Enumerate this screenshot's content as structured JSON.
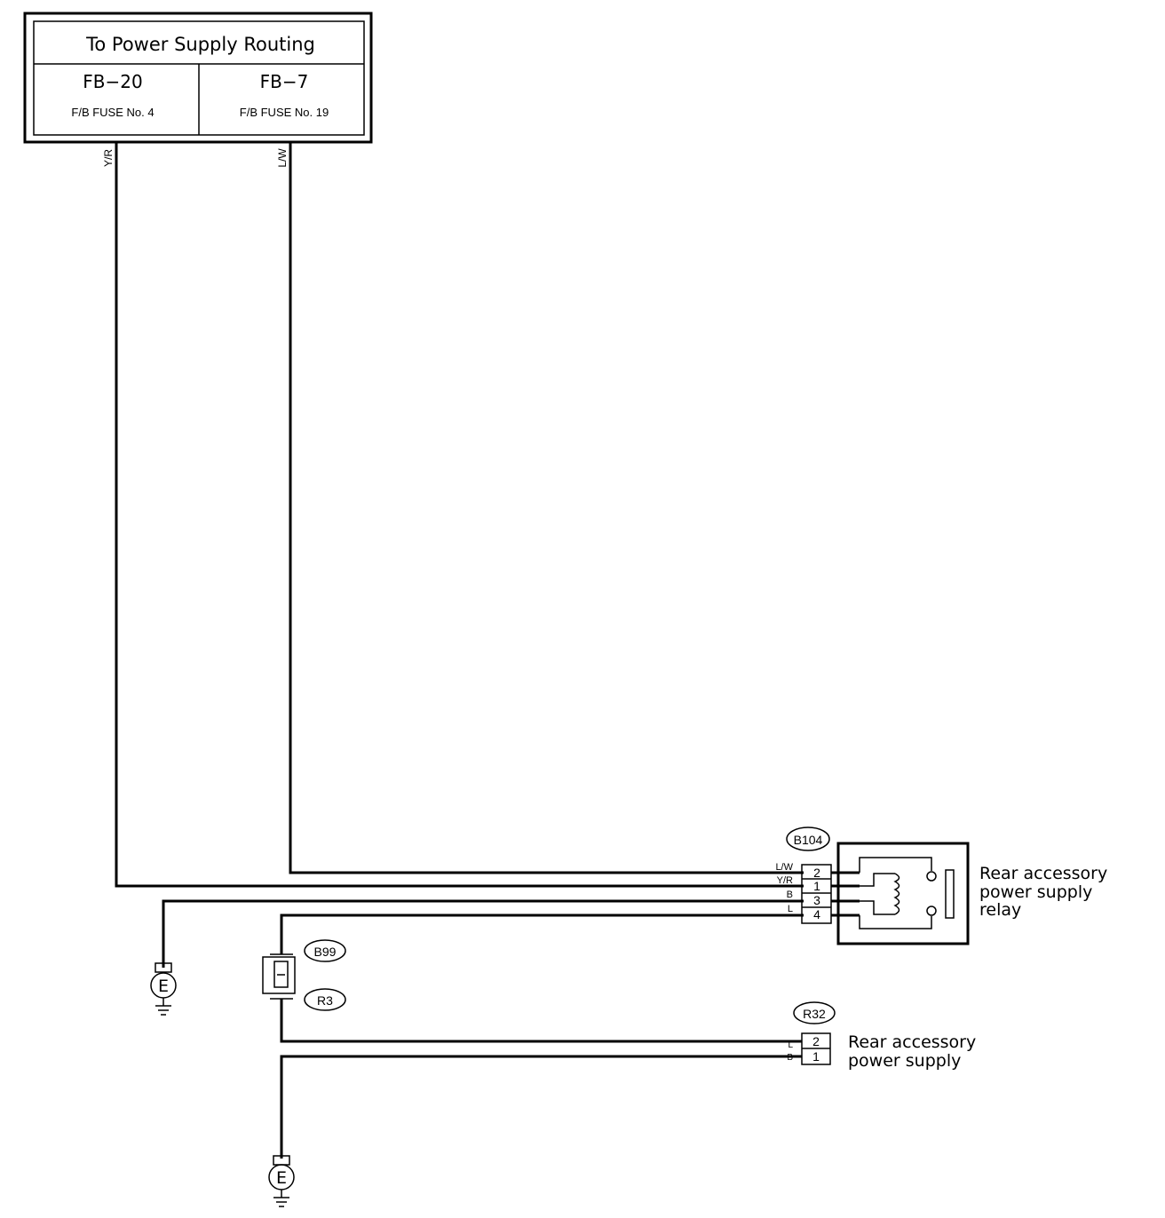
{
  "supply_box": {
    "title": "To Power Supply Routing",
    "left": {
      "code": "FB−20",
      "fuse": "F/B FUSE No. 4"
    },
    "right": {
      "code": "FB−7",
      "fuse": "F/B FUSE No. 19"
    }
  },
  "wire_colors": {
    "fb20": "Y/R",
    "fb7": "L/W",
    "relay_pin2": "L/W",
    "relay_pin1": "Y/R",
    "relay_pin3": "B",
    "relay_pin4": "L",
    "r32_pin2": "L",
    "r32_pin1": "B"
  },
  "connectors": {
    "b104": "B104",
    "b99": "B99",
    "r3": "R3",
    "r32": "R32"
  },
  "relay": {
    "pins": [
      "2",
      "1",
      "3",
      "4"
    ],
    "label_line1": "Rear accessory",
    "label_line2": "power supply",
    "label_line3": "relay"
  },
  "accessory": {
    "pins": [
      "2",
      "1"
    ],
    "label_line1": "Rear accessory",
    "label_line2": "power supply"
  },
  "ground_label": "E"
}
